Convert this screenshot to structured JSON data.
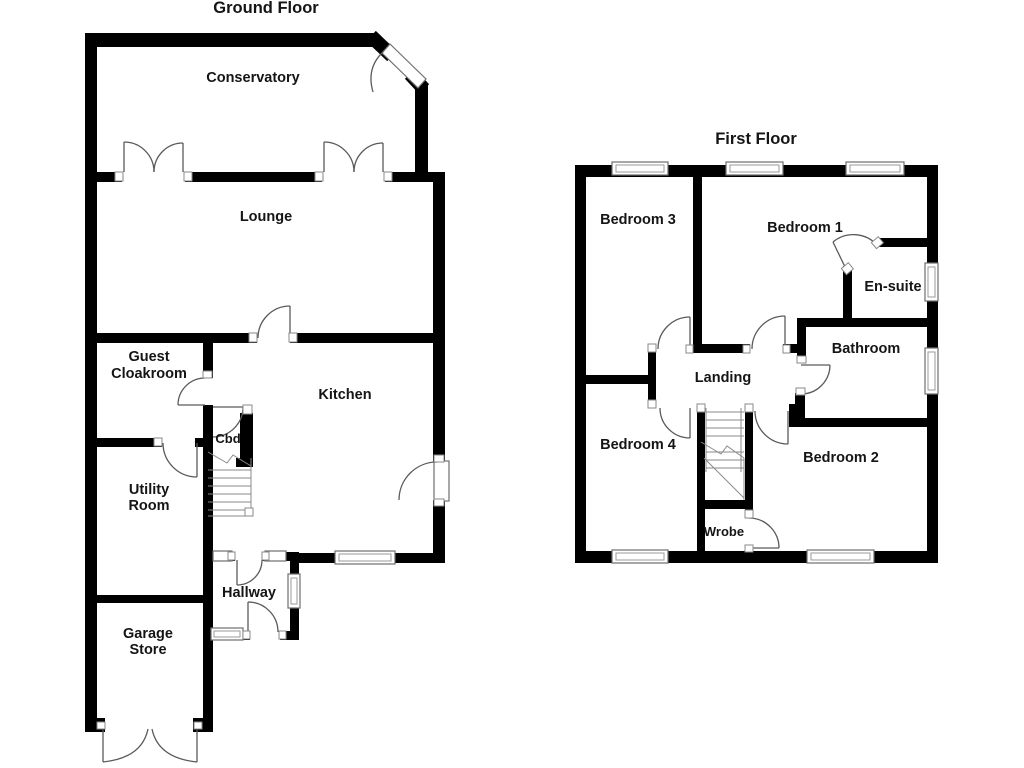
{
  "document": {
    "type": "floorplan"
  },
  "colors": {
    "wall": "#000000",
    "background": "#ffffff",
    "door_line": "#5a5a5a"
  },
  "ground": {
    "title": "Ground Floor",
    "rooms": {
      "conservatory": "Conservatory",
      "lounge": "Lounge",
      "guest_l1": "Guest",
      "guest_l2": "Cloakroom",
      "kitchen": "Kitchen",
      "cbd": "Cbd",
      "utility_l1": "Utility",
      "utility_l2": "Room",
      "hallway": "Hallway",
      "garage_l1": "Garage",
      "garage_l2": "Store"
    }
  },
  "first": {
    "title": "First Floor",
    "rooms": {
      "bedroom3": "Bedroom 3",
      "bedroom1": "Bedroom 1",
      "ensuite": "En-suite",
      "bathroom": "Bathroom",
      "landing": "Landing",
      "bedroom4": "Bedroom 4",
      "bedroom2": "Bedroom 2",
      "wrobe": "Wrobe"
    }
  }
}
